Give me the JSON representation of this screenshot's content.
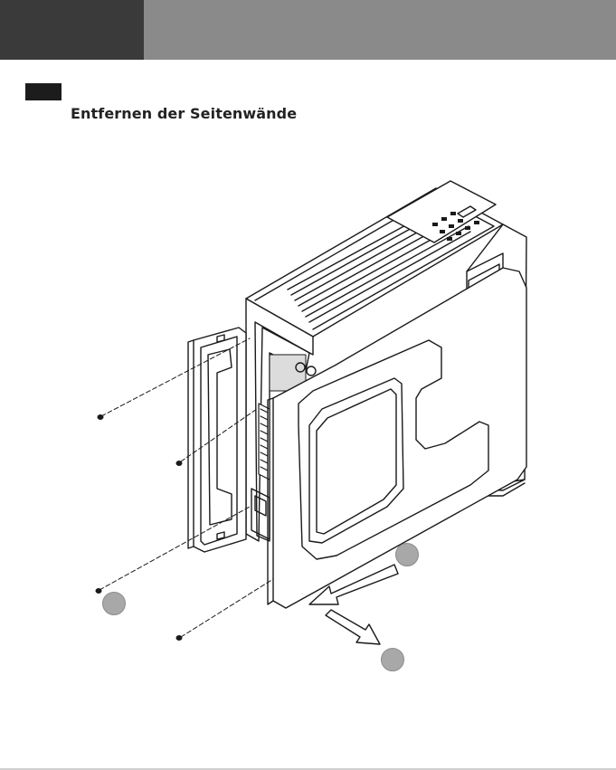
{
  "header": {
    "accent_dark": "#3a3a3a",
    "accent_gray": "#8a8a8a"
  },
  "section": {
    "title": "Entfernen der Seitenwände"
  },
  "figure": {
    "subject": "pc-case-side-panel-removal",
    "screws_left_panel": 4,
    "callouts": 3
  }
}
